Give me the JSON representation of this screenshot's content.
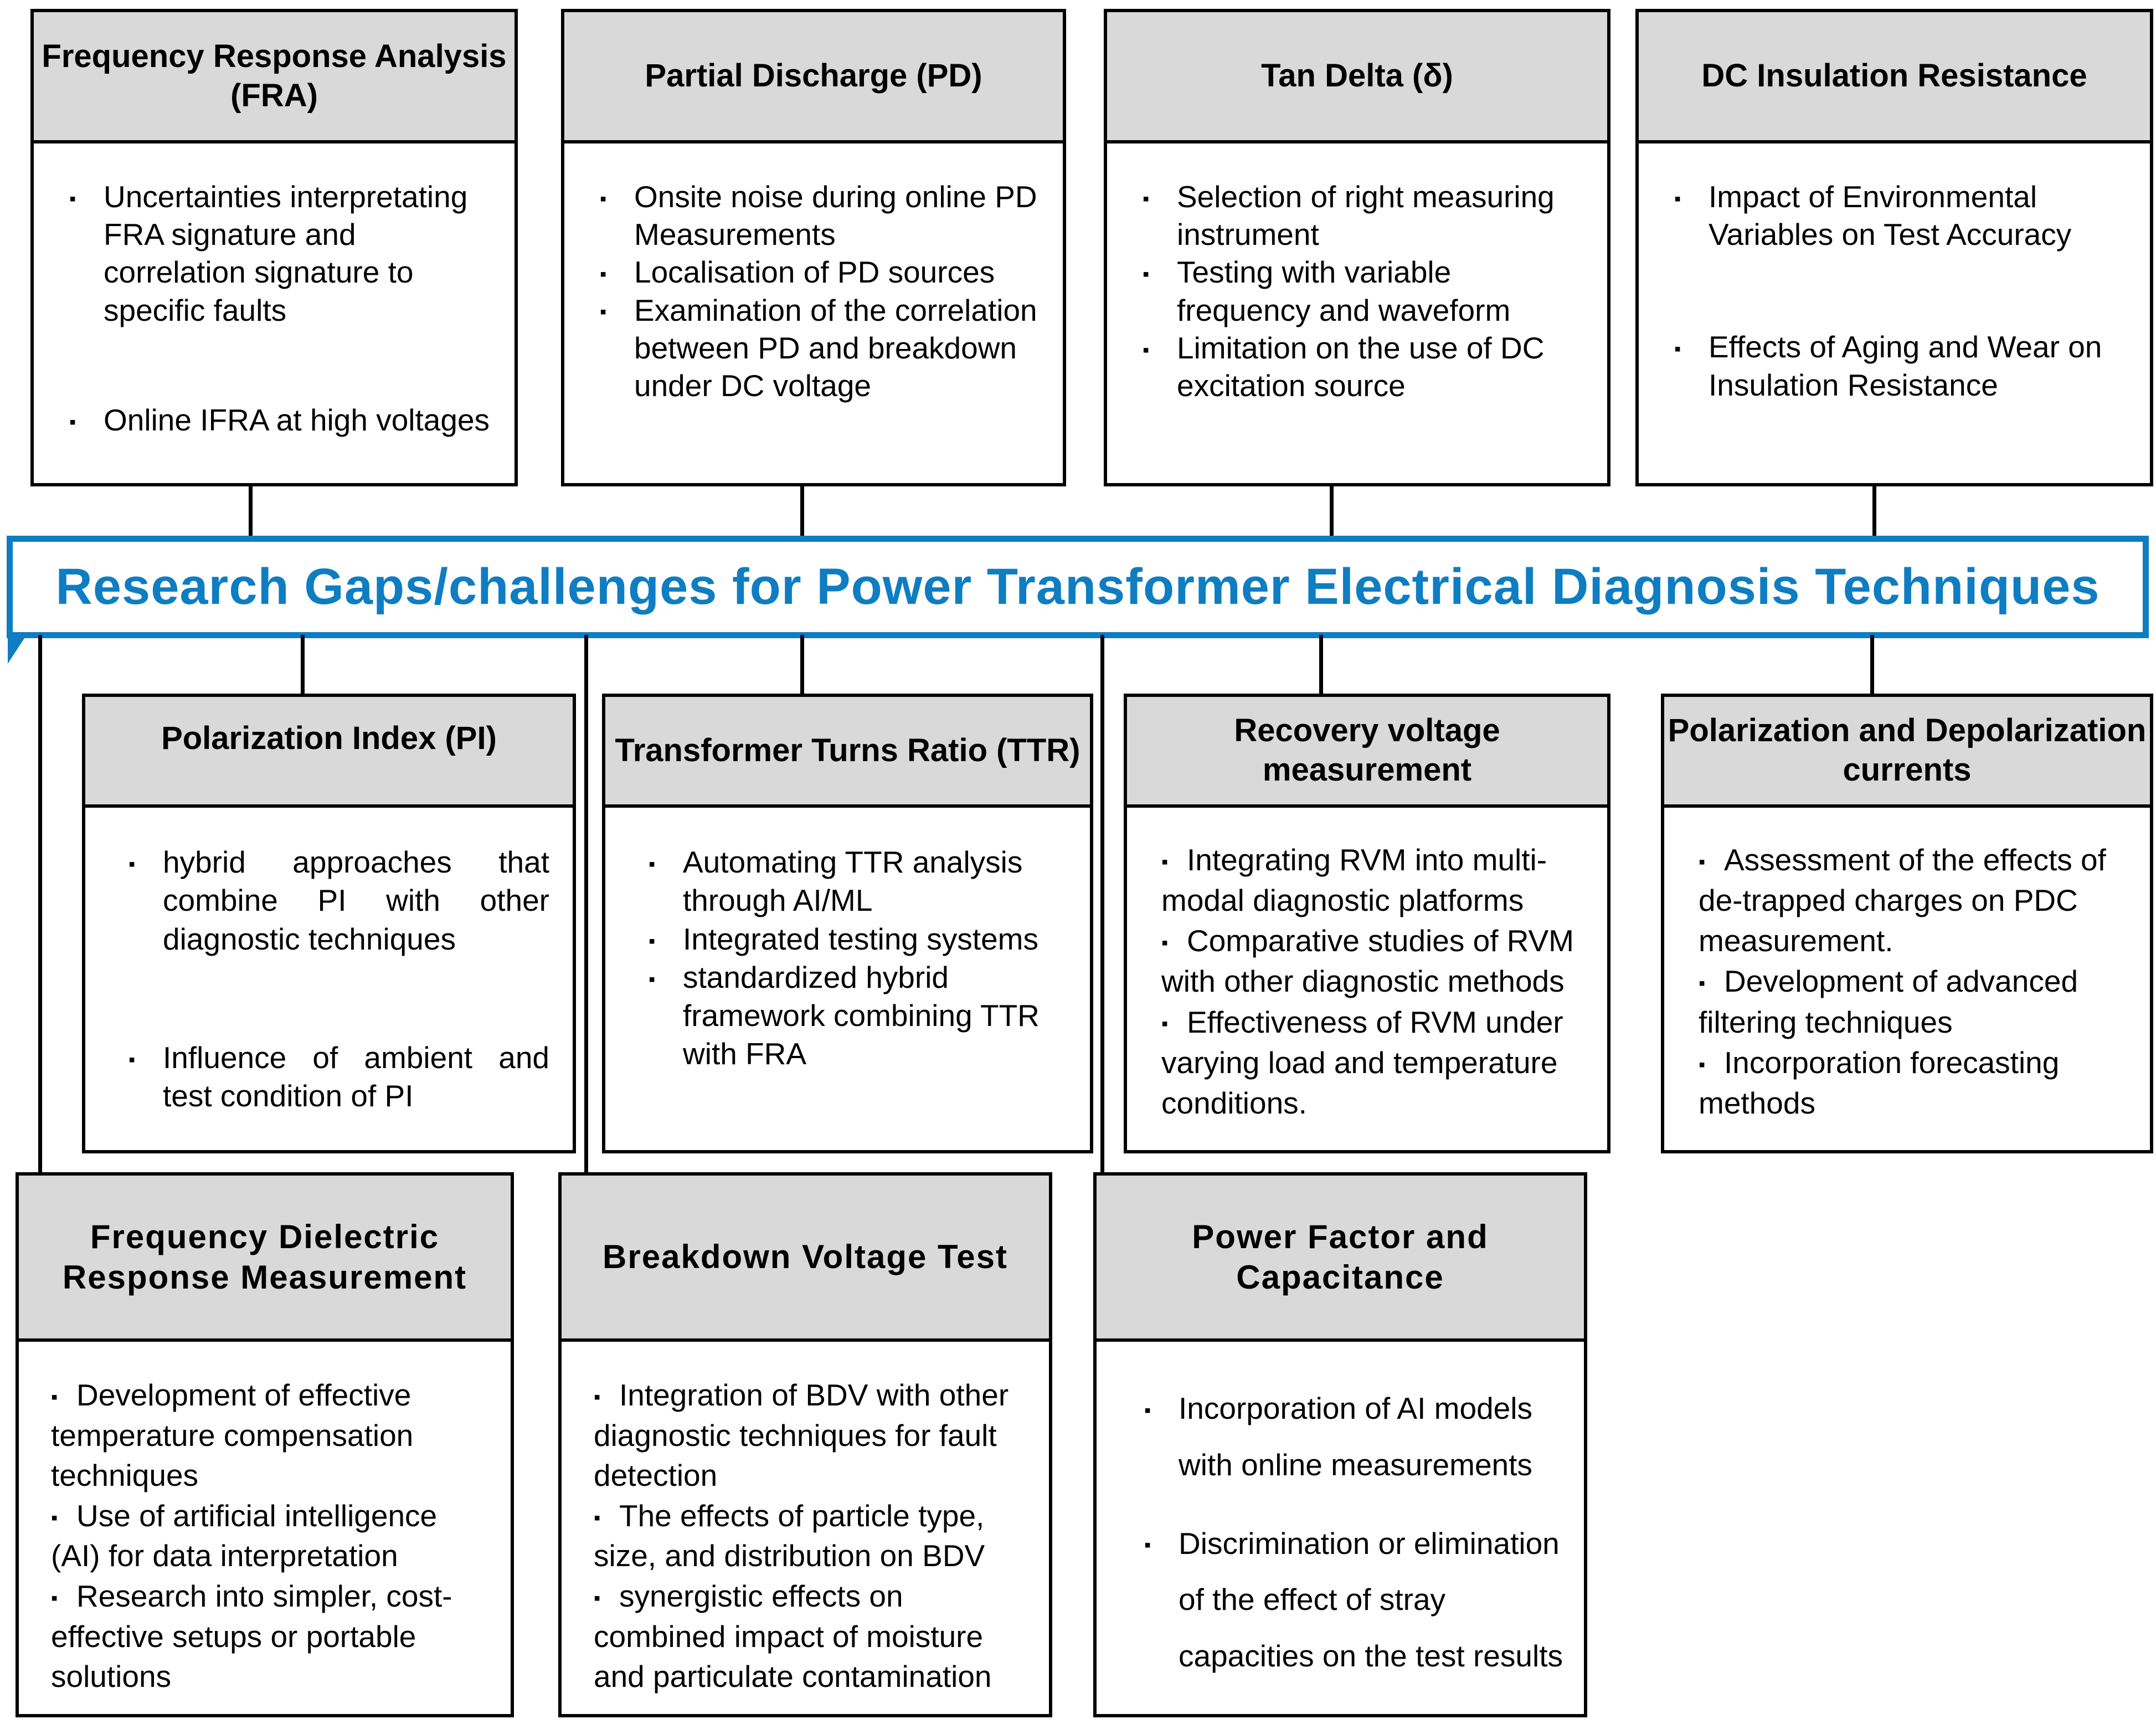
{
  "banner": {
    "title": "Research Gaps/challenges for Power Transformer Electrical Diagnosis Techniques"
  },
  "colors": {
    "accent_blue": "#0e7dc2",
    "header_fill": "#d9d9d9",
    "box_border": "#000000"
  },
  "boxes": [
    {
      "title": "Frequency Response Analysis (FRA)",
      "bullets": [
        "Uncertainties interpretating FRA signature and correlation signature to specific faults",
        "Online IFRA at high voltages"
      ]
    },
    {
      "title": "Partial Discharge (PD)",
      "bullets": [
        "Onsite noise during online PD Measurements",
        "Localisation of PD sources",
        "Examination of the correlation between PD and breakdown under DC voltage"
      ]
    },
    {
      "title": "Tan Delta (δ)",
      "bullets": [
        "Selection of right measuring instrument",
        "Testing with variable frequency and waveform",
        "Limitation on the use of DC excitation source"
      ]
    },
    {
      "title": "DC Insulation Resistance",
      "bullets": [
        "Impact of Environmental Variables on Test Accuracy",
        "Effects of Aging and Wear on Insulation Resistance"
      ]
    },
    {
      "title": "Polarization Index (PI)",
      "bullets": [
        "hybrid approaches that combine PI with other diagnostic techniques",
        "Influence of ambient and test condition of PI"
      ]
    },
    {
      "title": "Transformer Turns Ratio (TTR)",
      "bullets": [
        "Automating TTR analysis through AI/ML",
        "Integrated testing systems",
        "standardized hybrid framework combining TTR with FRA"
      ]
    },
    {
      "title": "Recovery voltage measurement",
      "bullets": [
        "Integrating RVM into multi-modal diagnostic platforms",
        "Comparative studies of RVM with other diagnostic methods",
        "Effectiveness of RVM under varying load and temperature conditions."
      ]
    },
    {
      "title": "Polarization and Depolarization currents",
      "bullets": [
        "Assessment of the effects of de-trapped charges on PDC measurement.",
        "Development of advanced filtering techniques",
        "Incorporation forecasting methods"
      ]
    },
    {
      "title": "Frequency Dielectric Response Measurement",
      "bullets": [
        "Development of effective temperature compensation techniques",
        "Use of artificial intelligence (AI) for data interpretation",
        "Research into simpler, cost-effective setups or portable solutions"
      ]
    },
    {
      "title": "Breakdown Voltage Test",
      "bullets": [
        "Integration of BDV with other diagnostic techniques for fault detection",
        "The effects of particle type, size, and distribution on BDV",
        "synergistic effects on combined impact of moisture and particulate contamination"
      ]
    },
    {
      "title": "Power Factor and Capacitance",
      "bullets": [
        "Incorporation of AI models with online measurements",
        "Discrimination or elimination of the effect of stray capacities on the test results"
      ]
    }
  ]
}
